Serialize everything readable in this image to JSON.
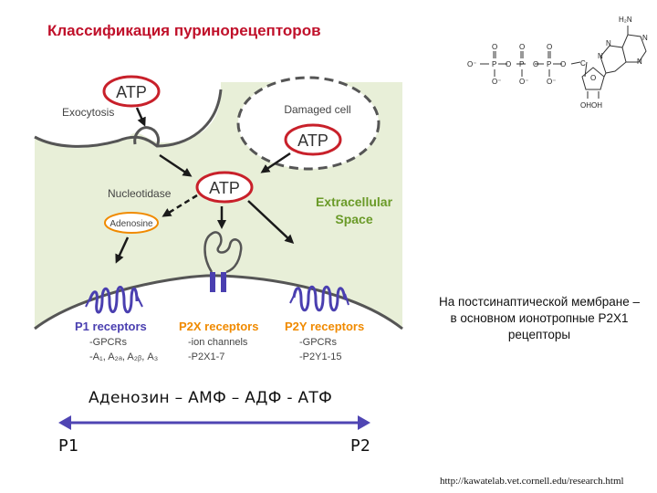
{
  "slide": {
    "title": "Классификация пуринорецепторов",
    "note": "На постсинаптической мембране – в основном ионотропные P2X1 рецепторы",
    "chain": "Аденозин – АМФ – АДФ - АТФ",
    "left_label": "P1",
    "right_label": "P2",
    "source_url": "http://kawatelab.vet.cornell.edu/research.html"
  },
  "figure": {
    "atp_top": "ATP",
    "exocytosis": "Exocytosis",
    "damaged_cell": "Damaged cell",
    "atp_damaged": "ATP",
    "nucleotidase": "Nucleotidase",
    "atp_center": "ATP",
    "adenosine": "Adenosine",
    "extracellular_1": "Extracellular",
    "extracellular_2": "Space",
    "p1": {
      "title": "P1 receptors",
      "line1": "-GPCRs",
      "line2": "-A₁, A₂ₐ, A₂ᵦ, A₃"
    },
    "p2x": {
      "title": "P2X receptors",
      "line1": "-ion channels",
      "line2": "-P2X1-7"
    },
    "p2y": {
      "title": "P2Y receptors",
      "line1": "-GPCRs",
      "line2": "-P2Y1-15"
    }
  },
  "structure": {
    "amine": "H₂N",
    "o": "O",
    "o_minus": "O⁻",
    "p": "P",
    "c": "C",
    "n": "N",
    "oh": "OH",
    "ohoh": "OHOH"
  },
  "colors": {
    "title": "#c0102a",
    "atp_red": "#c8202a",
    "receptor_orange": "#f08a00",
    "receptor_purple": "#4a3fb0",
    "extracellular_green": "#6a9a28",
    "panel_green": "#e8efd8",
    "arrow_blue": "#4f45b3"
  }
}
